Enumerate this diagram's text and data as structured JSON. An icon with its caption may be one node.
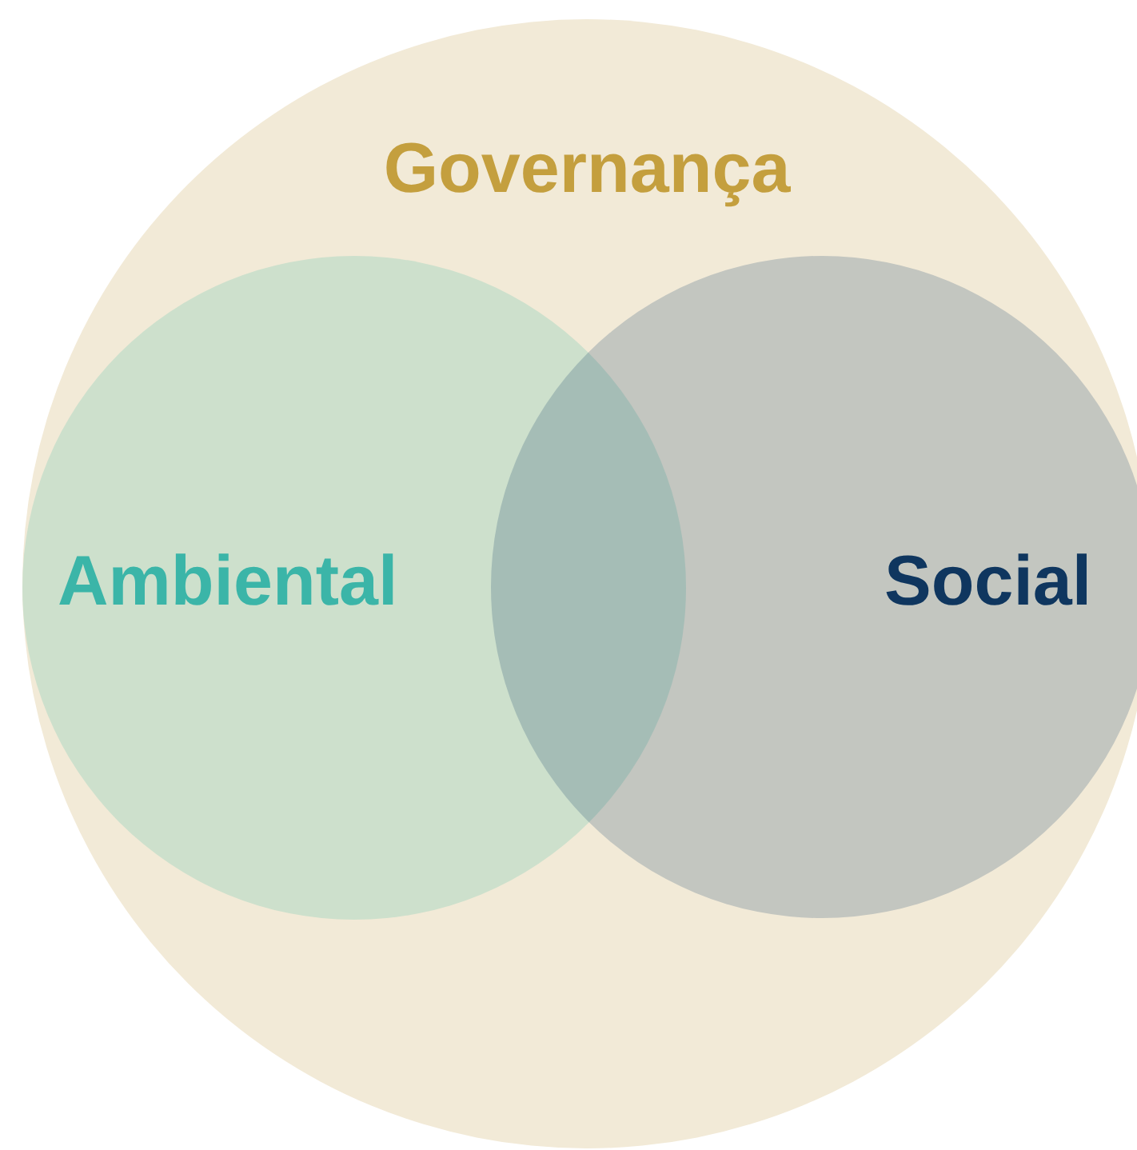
{
  "diagram": {
    "nodes": [
      {
        "text": [
          "Governança"
        ]
      },
      {
        "text": [
          "Ambiental"
        ],
        "in": 0
      },
      {
        "text": [
          "Social"
        ],
        "in": 0
      }
    ]
  }
}
